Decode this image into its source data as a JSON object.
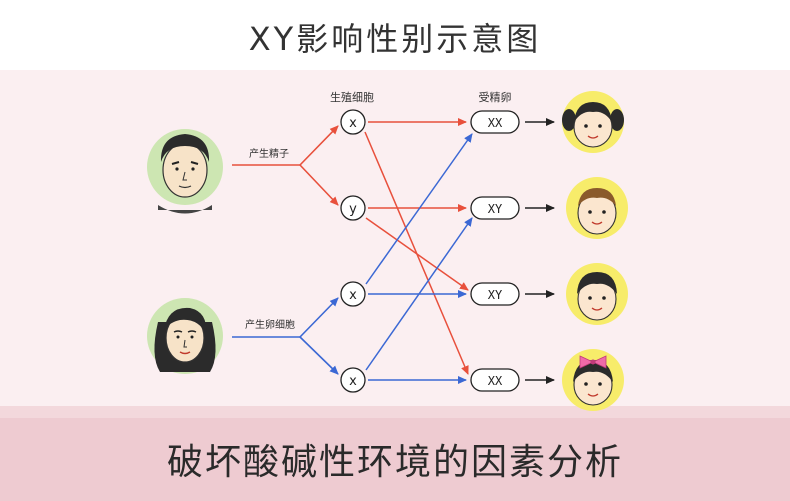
{
  "title": "XY影响性别示意图",
  "labels": {
    "germ_cells": "生殖细胞",
    "fertilized_egg": "受精卵",
    "produce_sperm": "产生精子",
    "produce_egg": "产生卵细胞"
  },
  "germ_cells": [
    "x",
    "y",
    "x",
    "x"
  ],
  "zygotes": [
    "XX",
    "XY",
    "XY",
    "XX"
  ],
  "banner": "破坏酸碱性环境的因素分析",
  "colors": {
    "page_bg": "#ffffff",
    "diagram_bg": "#fbeff1",
    "banner_bg": "#eecbd1",
    "sperm_arrow": "#e8503c",
    "egg_arrow": "#3b68d4",
    "face_circle": "#f7ec6a",
    "male_circle": "#cde6b2"
  },
  "icons": {
    "father": "father-face-icon",
    "mother": "mother-face-icon",
    "children": [
      "girl-face-icon",
      "boy-face-icon",
      "boy-face-icon",
      "girl-bow-face-icon"
    ]
  }
}
